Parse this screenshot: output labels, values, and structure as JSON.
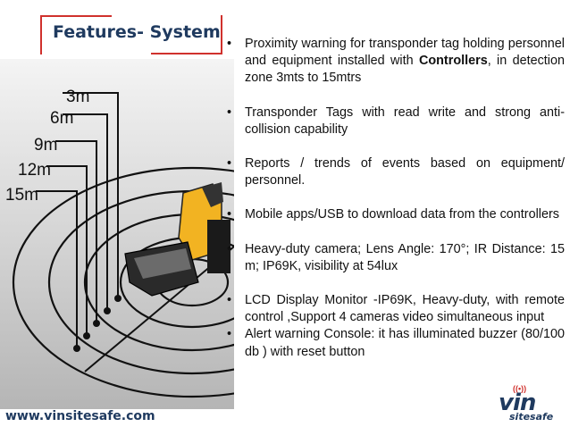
{
  "slide": {
    "title": "Features- System",
    "website": "www.vinsitesafe.com",
    "logo": {
      "main": "vin",
      "sub": "sitesafe",
      "icon": "wireless-signal-icon"
    },
    "colors": {
      "accent": "#d0312d",
      "title": "#1f3a5f",
      "text": "#111111"
    }
  },
  "illustration": {
    "zone_labels": [
      "3m",
      "6m",
      "9m",
      "12m",
      "15m"
    ]
  },
  "bullets": [
    {
      "marker": "•",
      "text_before": "Proximity warning for transponder tag holding personnel and equipment installed with ",
      "bold": "Controllers",
      "text_after": ", in detection zone 3mts to 15mtrs"
    },
    {
      "marker": "•",
      "text_before": "Transponder Tags with read write and strong anti-collision capability",
      "bold": "",
      "text_after": ""
    },
    {
      "marker": "•",
      "text_before": "Reports / trends of events based on equipment/ personnel.",
      "bold": "",
      "text_after": ""
    },
    {
      "marker": "•",
      "text_before": "Mobile apps/USB to download data from the controllers",
      "bold": "",
      "text_after": ""
    },
    {
      "marker": "•",
      "text_before": "Heavy-duty camera; Lens Angle: 170°; IR Distance: 15 m; IP69K, visibility at 54lux",
      "bold": "",
      "text_after": ""
    },
    {
      "marker": "•",
      "text_before": "LCD Display Monitor -IP69K, Heavy-duty, with remote control ,Support 4 cameras video simultaneous input",
      "bold": "",
      "text_after": ""
    },
    {
      "marker": "•",
      "text_before": "Alert warning Console: it has illuminated  buzzer (80/100 db ) with reset button",
      "bold": "",
      "text_after": ""
    }
  ]
}
